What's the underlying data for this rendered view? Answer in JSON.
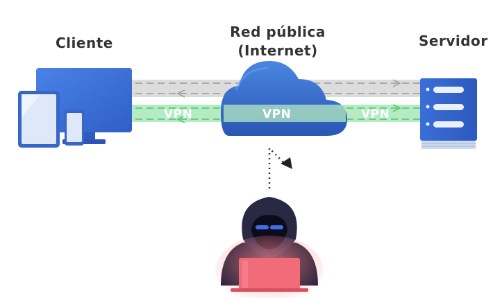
{
  "labels": {
    "client": "Cliente",
    "server": "Servidor",
    "network_line1": "Red pública",
    "network_line2": "(Internet)"
  },
  "tunnel": {
    "vpn_labels": [
      "VPN",
      "VPN",
      "VPN"
    ]
  },
  "colors": {
    "tunnel": "#b4ebc2",
    "plain_channel": "#dcdcdc",
    "cloud": "#3566c8",
    "device": "#3a6fd8",
    "laptop": "#f16b79",
    "hacker": "#1e1d33"
  }
}
